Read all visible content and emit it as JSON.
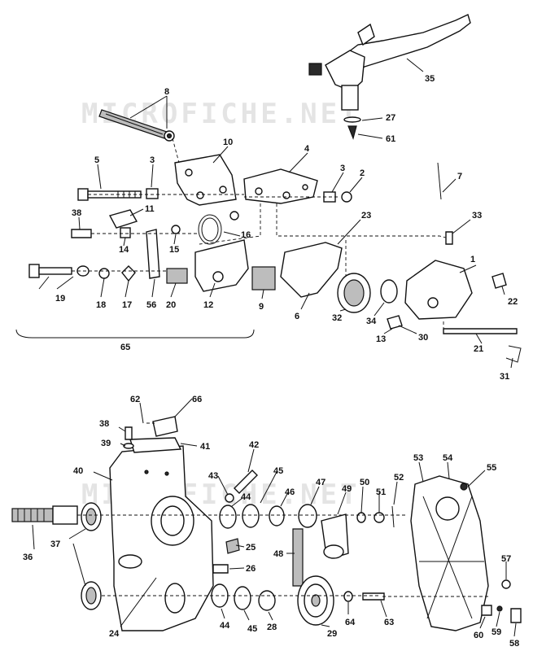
{
  "watermark": "MICROFICHE.NET",
  "callouts": [
    "1",
    "2",
    "3",
    "3",
    "4",
    "5",
    "6",
    "7",
    "8",
    "9",
    "10",
    "11",
    "12",
    "13",
    "14",
    "15",
    "16",
    "17",
    "18",
    "19",
    "20",
    "21",
    "22",
    "23",
    "24",
    "25",
    "26",
    "27",
    "28",
    "29",
    "30",
    "31",
    "32",
    "33",
    "34",
    "35",
    "36",
    "37",
    "38",
    "38",
    "39",
    "40",
    "41",
    "42",
    "43",
    "44",
    "44",
    "45",
    "45",
    "46",
    "47",
    "48",
    "49",
    "50",
    "51",
    "52",
    "53",
    "54",
    "55",
    "56",
    "57",
    "58",
    "59",
    "60",
    "61",
    "62",
    "63",
    "64",
    "65",
    "66"
  ]
}
